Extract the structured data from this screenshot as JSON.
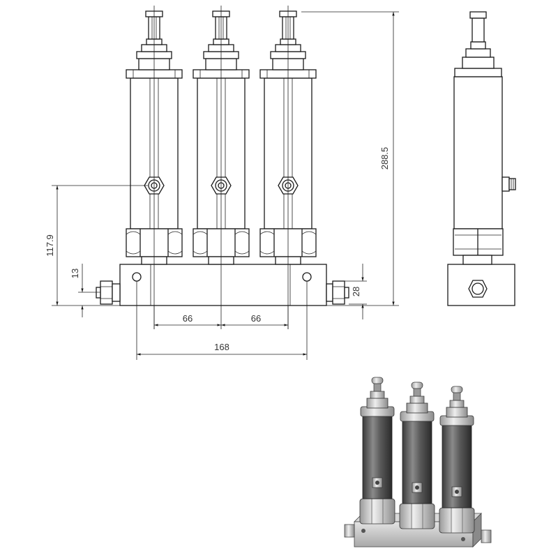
{
  "dimensions": {
    "overall_height": "288.5",
    "inlet_height": "117.9",
    "port_offset": "13",
    "base_height": "28",
    "pitch_left": "66",
    "pitch_right": "66",
    "overall_width": "168"
  },
  "colors": {
    "line": "#1a1a1a",
    "dimension_text": "#333333",
    "render_body": "#555555",
    "render_metal": "#cfcfcf"
  }
}
